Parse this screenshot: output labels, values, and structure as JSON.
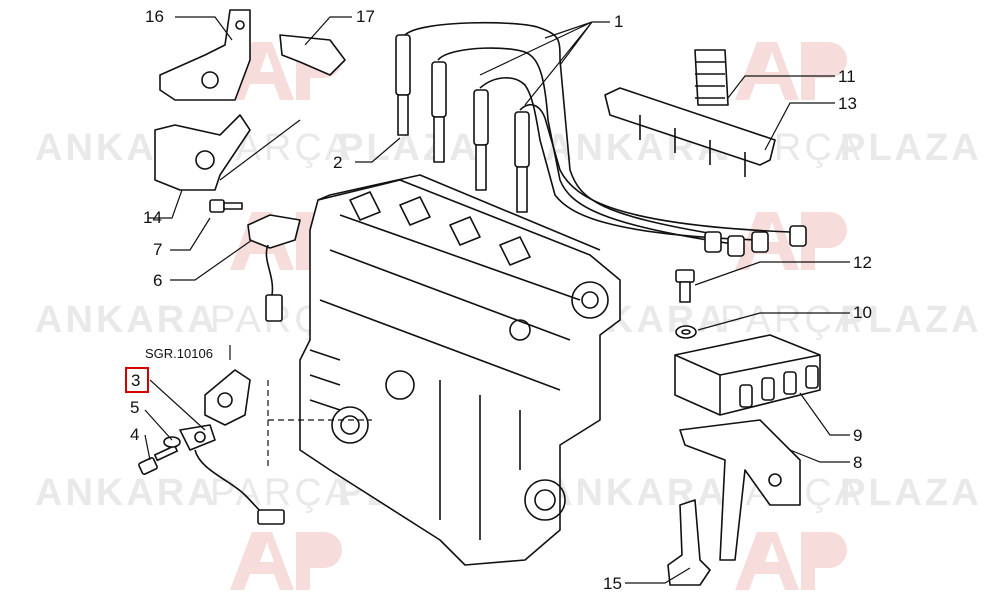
{
  "watermark": {
    "brand_bold": "ANKARA",
    "brand_light": "PARÇA",
    "brand_end": "PLAZA",
    "logo_letters": "AP"
  },
  "reference_code": "SGR.10106",
  "highlighted_part": "3",
  "highlight_color": "#d40000",
  "parts": [
    {
      "id": "p1",
      "label": "1"
    },
    {
      "id": "p2",
      "label": "2"
    },
    {
      "id": "p3",
      "label": "3"
    },
    {
      "id": "p4",
      "label": "4"
    },
    {
      "id": "p5",
      "label": "5"
    },
    {
      "id": "p6",
      "label": "6"
    },
    {
      "id": "p7",
      "label": "7"
    },
    {
      "id": "p8",
      "label": "8"
    },
    {
      "id": "p9",
      "label": "9"
    },
    {
      "id": "p10",
      "label": "10"
    },
    {
      "id": "p11",
      "label": "11"
    },
    {
      "id": "p12",
      "label": "12"
    },
    {
      "id": "p13",
      "label": "13"
    },
    {
      "id": "p14",
      "label": "14"
    },
    {
      "id": "p15",
      "label": "15"
    },
    {
      "id": "p16",
      "label": "16"
    },
    {
      "id": "p17",
      "label": "17"
    }
  ]
}
